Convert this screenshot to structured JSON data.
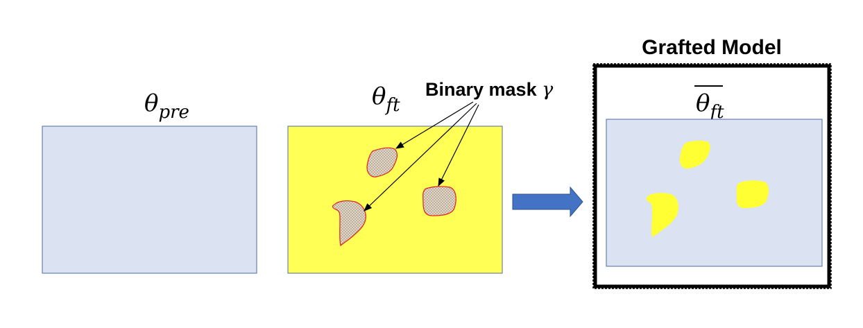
{
  "labels": {
    "theta_symbol": "θ",
    "pre_subscript": "pre",
    "ft_subscript": "ft",
    "binary_mask_text": "Binary mask ",
    "gamma_symbol": "γ",
    "grafted_model_title": "Grafted Model"
  },
  "colors": {
    "panel_blue": "#dbe3f2",
    "panel_border": "#4a6aa5",
    "panel_yellow": "#ffff55",
    "patch_fill": "#d8ccbc",
    "patch_outline": "#e02020",
    "patch_yellow": "#ffff33",
    "arrow_blue": "#4472c4",
    "frame_black": "#000000"
  }
}
